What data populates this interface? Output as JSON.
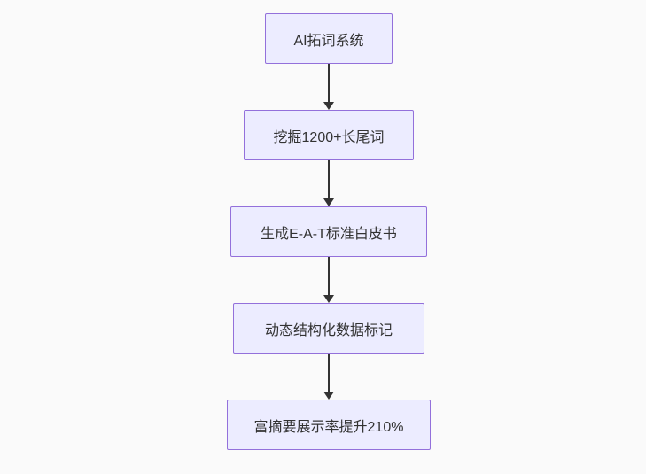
{
  "diagram": {
    "type": "flowchart",
    "direction": "top-down",
    "nodes": [
      {
        "id": "step-1",
        "label": "AI拓词系统"
      },
      {
        "id": "step-2",
        "label": "挖掘1200+长尾词"
      },
      {
        "id": "step-3",
        "label": "生成E-A-T标准白皮书"
      },
      {
        "id": "step-4",
        "label": "动态结构化数据标记"
      },
      {
        "id": "step-5",
        "label": "富摘要展示率提升210%"
      }
    ],
    "edges": [
      {
        "from": "step-1",
        "to": "step-2"
      },
      {
        "from": "step-2",
        "to": "step-3"
      },
      {
        "from": "step-3",
        "to": "step-4"
      },
      {
        "from": "step-4",
        "to": "step-5"
      }
    ],
    "colors": {
      "background": "#fafafa",
      "node_fill": "#ECECFF",
      "node_border": "#9370DB",
      "node_text": "#333333",
      "arrow": "#333333"
    }
  }
}
